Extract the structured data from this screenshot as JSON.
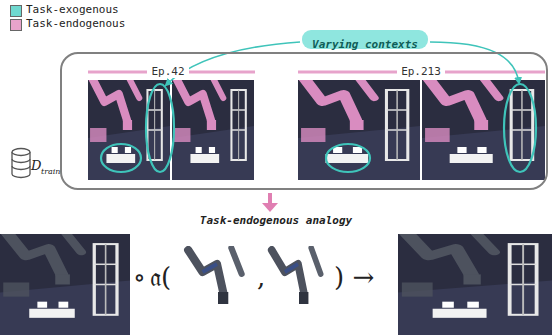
{
  "diagram": {
    "nodes": [
      {
        "text": [
          "Ep.42",
          "Ep.213"
        ]
      },
      {
        "text": [
          "Varying contexts"
        ]
      }
    ],
    "labels": [
      "Task-endogenous analogy",
      "D",
      "train",
      "∘",
      "𝔞(",
      ",",
      ") →"
    ],
    "legend": [
      {
        "text": "Task-exogenous",
        "color": "#6fd8cf"
      },
      {
        "text": "Task-endogenous",
        "color": "#e7a3cb"
      }
    ]
  }
}
